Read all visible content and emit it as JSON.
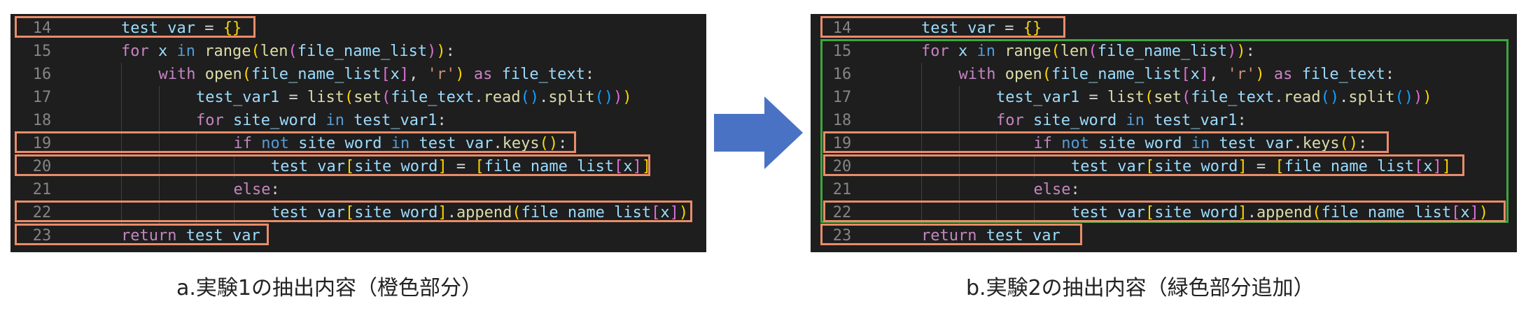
{
  "panels": [
    {
      "lines": [
        {
          "num": "14",
          "indent": 1,
          "tokens": [
            [
              "vr",
              "test_var"
            ],
            [
              "op",
              " = "
            ],
            [
              "b1",
              "{}"
            ]
          ]
        },
        {
          "num": "15",
          "indent": 1,
          "tokens": [
            [
              "kw",
              "for"
            ],
            [
              "op",
              " "
            ],
            [
              "vr",
              "x"
            ],
            [
              "op",
              " "
            ],
            [
              "kb",
              "in"
            ],
            [
              "op",
              " "
            ],
            [
              "fn",
              "range"
            ],
            [
              "b1",
              "("
            ],
            [
              "fn",
              "len"
            ],
            [
              "b2",
              "("
            ],
            [
              "vr",
              "file_name_list"
            ],
            [
              "b2",
              ")"
            ],
            [
              "b1",
              ")"
            ],
            [
              "op",
              ":"
            ]
          ]
        },
        {
          "num": "16",
          "indent": 2,
          "tokens": [
            [
              "kw",
              "with"
            ],
            [
              "op",
              " "
            ],
            [
              "fn",
              "open"
            ],
            [
              "b1",
              "("
            ],
            [
              "vr",
              "file_name_list"
            ],
            [
              "b2",
              "["
            ],
            [
              "vr",
              "x"
            ],
            [
              "b2",
              "]"
            ],
            [
              "op",
              ", "
            ],
            [
              "st",
              "'r'"
            ],
            [
              "b1",
              ")"
            ],
            [
              "op",
              " "
            ],
            [
              "kw",
              "as"
            ],
            [
              "op",
              " "
            ],
            [
              "vr",
              "file_text"
            ],
            [
              "op",
              ":"
            ]
          ]
        },
        {
          "num": "17",
          "indent": 3,
          "tokens": [
            [
              "vr",
              "test_var1"
            ],
            [
              "op",
              " = "
            ],
            [
              "fn",
              "list"
            ],
            [
              "b1",
              "("
            ],
            [
              "fn",
              "set"
            ],
            [
              "b2",
              "("
            ],
            [
              "vr",
              "file_text"
            ],
            [
              "op",
              "."
            ],
            [
              "fn",
              "read"
            ],
            [
              "b3",
              "()"
            ],
            [
              "op",
              "."
            ],
            [
              "fn",
              "split"
            ],
            [
              "b3",
              "()"
            ],
            [
              "b2",
              ")"
            ],
            [
              "b1",
              ")"
            ]
          ]
        },
        {
          "num": "18",
          "indent": 3,
          "tokens": [
            [
              "kw",
              "for"
            ],
            [
              "op",
              " "
            ],
            [
              "vr",
              "site_word"
            ],
            [
              "op",
              " "
            ],
            [
              "kb",
              "in"
            ],
            [
              "op",
              " "
            ],
            [
              "vr",
              "test_var1"
            ],
            [
              "op",
              ":"
            ]
          ]
        },
        {
          "num": "19",
          "indent": 4,
          "tokens": [
            [
              "kw",
              "if"
            ],
            [
              "op",
              " "
            ],
            [
              "kb",
              "not"
            ],
            [
              "op",
              " "
            ],
            [
              "vr",
              "site_word"
            ],
            [
              "op",
              " "
            ],
            [
              "kb",
              "in"
            ],
            [
              "op",
              " "
            ],
            [
              "vr",
              "test_var"
            ],
            [
              "op",
              "."
            ],
            [
              "fn",
              "keys"
            ],
            [
              "b1",
              "()"
            ],
            [
              "op",
              ":"
            ]
          ]
        },
        {
          "num": "20",
          "indent": 5,
          "tokens": [
            [
              "vr",
              "test_var"
            ],
            [
              "b1",
              "["
            ],
            [
              "vr",
              "site_word"
            ],
            [
              "b1",
              "]"
            ],
            [
              "op",
              " = "
            ],
            [
              "b1",
              "["
            ],
            [
              "vr",
              "file_name_list"
            ],
            [
              "b2",
              "["
            ],
            [
              "vr",
              "x"
            ],
            [
              "b2",
              "]"
            ],
            [
              "b1",
              "]"
            ]
          ]
        },
        {
          "num": "21",
          "indent": 4,
          "tokens": [
            [
              "kw",
              "else"
            ],
            [
              "op",
              ":"
            ]
          ]
        },
        {
          "num": "22",
          "indent": 5,
          "tokens": [
            [
              "vr",
              "test_var"
            ],
            [
              "b1",
              "["
            ],
            [
              "vr",
              "site_word"
            ],
            [
              "b1",
              "]"
            ],
            [
              "op",
              "."
            ],
            [
              "fn",
              "append"
            ],
            [
              "b1",
              "("
            ],
            [
              "vr",
              "file_name_list"
            ],
            [
              "b2",
              "["
            ],
            [
              "vr",
              "x"
            ],
            [
              "b2",
              "]"
            ],
            [
              "b1",
              ")"
            ]
          ]
        },
        {
          "num": "23",
          "indent": 1,
          "tokens": [
            [
              "kw",
              "return"
            ],
            [
              "op",
              " "
            ],
            [
              "vr",
              "test_var"
            ]
          ]
        }
      ],
      "caption": "a.実験1の抽出内容（橙色部分）"
    },
    {
      "lines": [
        {
          "num": "14",
          "indent": 1,
          "tokens": [
            [
              "vr",
              "test_var"
            ],
            [
              "op",
              " = "
            ],
            [
              "b1",
              "{}"
            ]
          ]
        },
        {
          "num": "15",
          "indent": 1,
          "tokens": [
            [
              "kw",
              "for"
            ],
            [
              "op",
              " "
            ],
            [
              "vr",
              "x"
            ],
            [
              "op",
              " "
            ],
            [
              "kb",
              "in"
            ],
            [
              "op",
              " "
            ],
            [
              "fn",
              "range"
            ],
            [
              "b1",
              "("
            ],
            [
              "fn",
              "len"
            ],
            [
              "b2",
              "("
            ],
            [
              "vr",
              "file_name_list"
            ],
            [
              "b2",
              ")"
            ],
            [
              "b1",
              ")"
            ],
            [
              "op",
              ":"
            ]
          ]
        },
        {
          "num": "16",
          "indent": 2,
          "tokens": [
            [
              "kw",
              "with"
            ],
            [
              "op",
              " "
            ],
            [
              "fn",
              "open"
            ],
            [
              "b1",
              "("
            ],
            [
              "vr",
              "file_name_list"
            ],
            [
              "b2",
              "["
            ],
            [
              "vr",
              "x"
            ],
            [
              "b2",
              "]"
            ],
            [
              "op",
              ", "
            ],
            [
              "st",
              "'r'"
            ],
            [
              "b1",
              ")"
            ],
            [
              "op",
              " "
            ],
            [
              "kw",
              "as"
            ],
            [
              "op",
              " "
            ],
            [
              "vr",
              "file_text"
            ],
            [
              "op",
              ":"
            ]
          ]
        },
        {
          "num": "17",
          "indent": 3,
          "tokens": [
            [
              "vr",
              "test_var1"
            ],
            [
              "op",
              " = "
            ],
            [
              "fn",
              "list"
            ],
            [
              "b1",
              "("
            ],
            [
              "fn",
              "set"
            ],
            [
              "b2",
              "("
            ],
            [
              "vr",
              "file_text"
            ],
            [
              "op",
              "."
            ],
            [
              "fn",
              "read"
            ],
            [
              "b3",
              "()"
            ],
            [
              "op",
              "."
            ],
            [
              "fn",
              "split"
            ],
            [
              "b3",
              "()"
            ],
            [
              "b2",
              ")"
            ],
            [
              "b1",
              ")"
            ]
          ]
        },
        {
          "num": "18",
          "indent": 3,
          "tokens": [
            [
              "kw",
              "for"
            ],
            [
              "op",
              " "
            ],
            [
              "vr",
              "site_word"
            ],
            [
              "op",
              " "
            ],
            [
              "kb",
              "in"
            ],
            [
              "op",
              " "
            ],
            [
              "vr",
              "test_var1"
            ],
            [
              "op",
              ":"
            ]
          ]
        },
        {
          "num": "19",
          "indent": 4,
          "tokens": [
            [
              "kw",
              "if"
            ],
            [
              "op",
              " "
            ],
            [
              "kb",
              "not"
            ],
            [
              "op",
              " "
            ],
            [
              "vr",
              "site_word"
            ],
            [
              "op",
              " "
            ],
            [
              "kb",
              "in"
            ],
            [
              "op",
              " "
            ],
            [
              "vr",
              "test_var"
            ],
            [
              "op",
              "."
            ],
            [
              "fn",
              "keys"
            ],
            [
              "b1",
              "()"
            ],
            [
              "op",
              ":"
            ]
          ]
        },
        {
          "num": "20",
          "indent": 5,
          "tokens": [
            [
              "vr",
              "test_var"
            ],
            [
              "b1",
              "["
            ],
            [
              "vr",
              "site_word"
            ],
            [
              "b1",
              "]"
            ],
            [
              "op",
              " = "
            ],
            [
              "b1",
              "["
            ],
            [
              "vr",
              "file_name_list"
            ],
            [
              "b2",
              "["
            ],
            [
              "vr",
              "x"
            ],
            [
              "b2",
              "]"
            ],
            [
              "b1",
              "]"
            ]
          ]
        },
        {
          "num": "21",
          "indent": 4,
          "tokens": [
            [
              "kw",
              "else"
            ],
            [
              "op",
              ":"
            ]
          ]
        },
        {
          "num": "22",
          "indent": 5,
          "tokens": [
            [
              "vr",
              "test_var"
            ],
            [
              "b1",
              "["
            ],
            [
              "vr",
              "site_word"
            ],
            [
              "b1",
              "]"
            ],
            [
              "op",
              "."
            ],
            [
              "fn",
              "append"
            ],
            [
              "b1",
              "("
            ],
            [
              "vr",
              "file_name_list"
            ],
            [
              "b2",
              "["
            ],
            [
              "vr",
              "x"
            ],
            [
              "b2",
              "]"
            ],
            [
              "b1",
              ")"
            ]
          ]
        },
        {
          "num": "23",
          "indent": 1,
          "tokens": [
            [
              "kw",
              "return"
            ],
            [
              "op",
              " "
            ],
            [
              "vr",
              "test_var"
            ]
          ]
        }
      ],
      "caption": "b.実験2の抽出内容（緑色部分追加）"
    }
  ],
  "colors": {
    "orange_highlight": "#e98c6a",
    "green_highlight": "#3fa63f",
    "arrow": "#4a72c4",
    "editor_background": "#1e1e1e"
  },
  "arrow_icon": "right-arrow-icon"
}
